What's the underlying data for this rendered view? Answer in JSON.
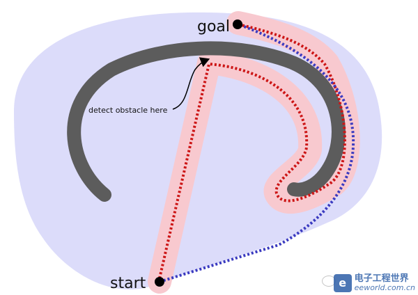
{
  "labels": {
    "goal": "goal",
    "start": "start",
    "annotation": "detect obstacle here"
  },
  "watermark": {
    "cn_name": "电子工程世界",
    "site": "eeworld.com.cn",
    "logo_letter": "e"
  },
  "colors": {
    "region": "#dcdcfa",
    "obstacle": "#5c5c5c",
    "safety_halo": "#f8c9cf",
    "executed_path": "#cc1515",
    "planned_path": "#3a3ac0",
    "point": "#000000"
  },
  "icons": {
    "arrow": "curved-arrow",
    "wechat": "wechat-icon"
  }
}
